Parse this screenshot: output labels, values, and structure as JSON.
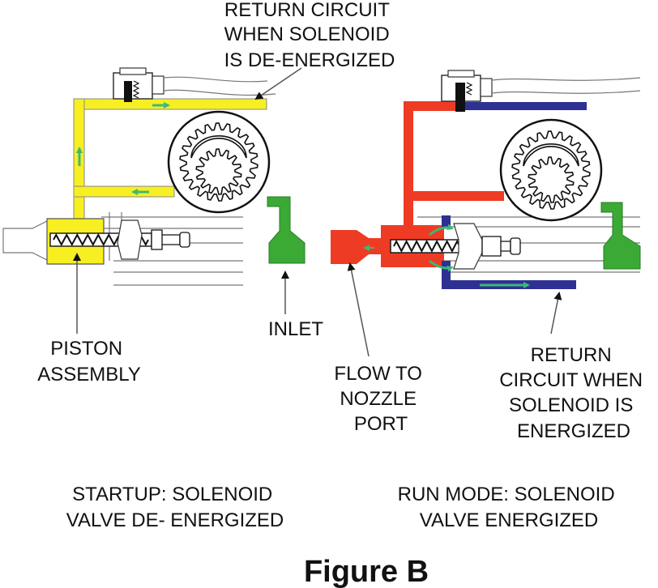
{
  "labels": {
    "return_deenergized": [
      "RETURN CIRCUIT",
      "WHEN  SOLENOID",
      "IS DE-ENERGIZED"
    ],
    "piston_assembly": [
      "PISTON",
      "ASSEMBLY"
    ],
    "inlet": "INLET",
    "flow_to_nozzle": [
      "FLOW TO",
      "NOZZLE",
      "PORT"
    ],
    "return_energized": [
      "RETURN",
      "CIRCUIT WHEN",
      "SOLENOID IS",
      "ENERGIZED"
    ]
  },
  "captions": {
    "startup": [
      "STARTUP: SOLENOID",
      "VALVE DE- ENERGIZED"
    ],
    "run_mode": [
      "RUN MODE: SOLENOID",
      "VALVE ENERGIZED"
    ]
  },
  "figure_title": "Figure B",
  "colors": {
    "startup_flow": "#f7ef22",
    "run_pressure": "#ee3b24",
    "run_return": "#2e3192",
    "inlet": "#3aaa35",
    "arrow": "#3cb878",
    "outline": "#111111"
  }
}
